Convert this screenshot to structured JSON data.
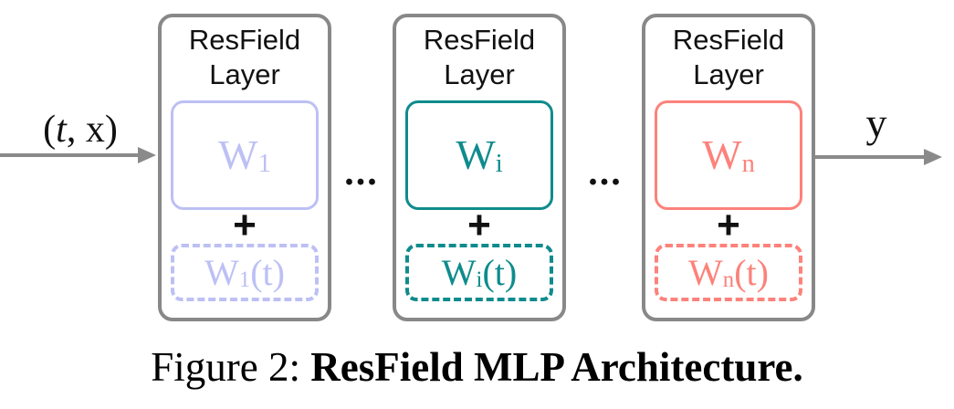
{
  "figure": {
    "input_label": {
      "open": "(",
      "t": "t",
      "rest": ", x)"
    },
    "output_label": "y",
    "ellipsis": "...",
    "arrow_color": "#8a8a8a",
    "card_border_color": "#888888",
    "layers": [
      {
        "title_line1": "ResField",
        "title_line2": "Layer",
        "w_base": "W",
        "w_sub": "1",
        "plus": "+",
        "res_base": "W",
        "res_sub": "1",
        "res_suffix": "(t)",
        "color": "#bdc0f4"
      },
      {
        "title_line1": "ResField",
        "title_line2": "Layer",
        "w_base": "W",
        "w_sub": "i",
        "plus": "+",
        "res_base": "W",
        "res_sub": "i",
        "res_suffix": "(t)",
        "color": "#0f8b8d"
      },
      {
        "title_line1": "ResField",
        "title_line2": "Layer",
        "w_base": "W",
        "w_sub": "n",
        "plus": "+",
        "res_base": "W",
        "res_sub": "n",
        "res_suffix": "(t)",
        "color": "#fc827b"
      }
    ],
    "caption": {
      "prefix": "Figure 2: ",
      "title": "ResField MLP Architecture."
    }
  }
}
